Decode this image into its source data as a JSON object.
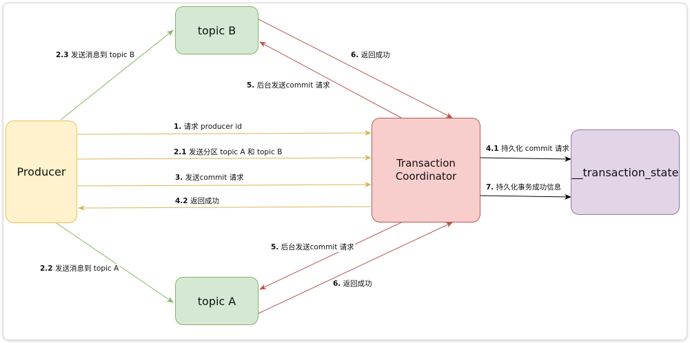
{
  "nodes": {
    "producer": "Producer",
    "topic_b": "topic B",
    "topic_a": "topic A",
    "coordinator": "Transaction\nCoordinator",
    "state": "__transaction_state"
  },
  "edges": [
    {
      "num": "1.",
      "text": "请求 producer id"
    },
    {
      "num": "2.1",
      "text": "发送分区 topic A 和 topic B"
    },
    {
      "num": "2.2",
      "text": "发送消息到 topic A"
    },
    {
      "num": "2.3",
      "text": "发送消息到 topic B"
    },
    {
      "num": "3.",
      "text": "发送commit 请求"
    },
    {
      "num": "4.1",
      "text": "持久化 commit 请求"
    },
    {
      "num": "4.2",
      "text": "返回成功"
    },
    {
      "num": "5.",
      "text": "后台发送commit 请求"
    },
    {
      "num": "5.",
      "text": "后台发送commit 请求"
    },
    {
      "num": "6.",
      "text": "返回成功"
    },
    {
      "num": "6.",
      "text": "返回成功"
    },
    {
      "num": "7.",
      "text": "持久化事务成功信息"
    }
  ],
  "colors": {
    "producer_fill": "#fff2cc",
    "producer_stroke": "#e8c25a",
    "topic_fill": "#d5e8d4",
    "topic_stroke": "#82b366",
    "coord_fill": "#f8cecc",
    "coord_stroke": "#b85450",
    "state_fill": "#e1d5e7",
    "state_stroke": "#9673a6",
    "arrow_yellow": "#d6b656",
    "arrow_green": "#82b366",
    "arrow_red": "#b85450",
    "arrow_black": "#000000"
  }
}
